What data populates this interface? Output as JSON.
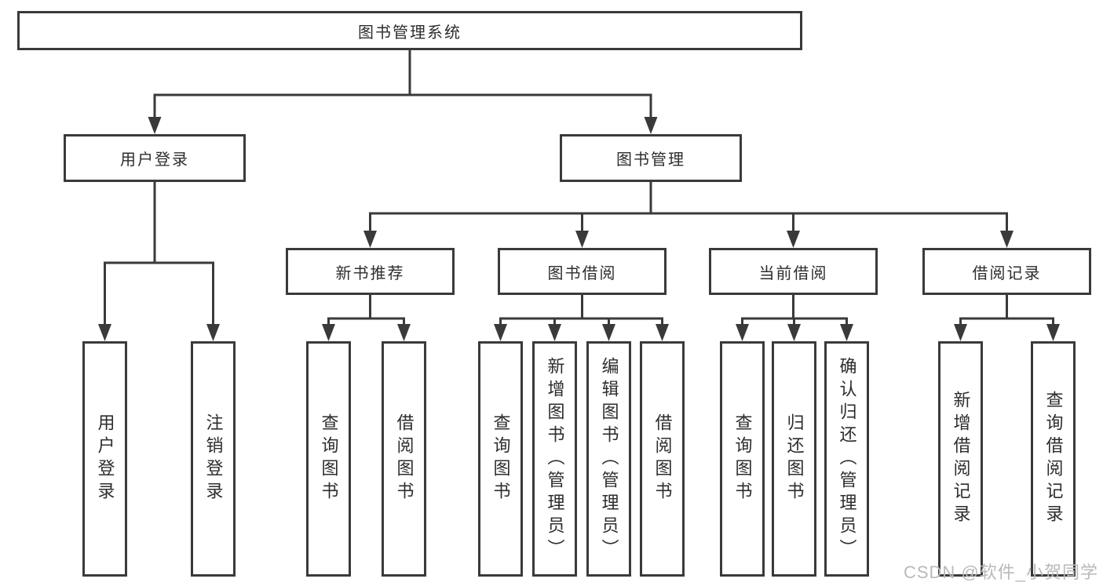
{
  "colors": {
    "line": "#3a3a3a",
    "box_border": "#3a3a3a",
    "box_background": "#ffffff",
    "text": "#2d2d2d",
    "watermark": "#b9b9b9"
  },
  "tree": {
    "root": {
      "label": "图书管理系统",
      "children": [
        {
          "label": "用户登录",
          "children": [
            {
              "label": "用户登录"
            },
            {
              "label": "注销登录"
            }
          ]
        },
        {
          "label": "图书管理",
          "children": [
            {
              "label": "新书推荐",
              "children": [
                {
                  "label": "查询图书"
                },
                {
                  "label": "借阅图书"
                }
              ]
            },
            {
              "label": "图书借阅",
              "children": [
                {
                  "label": "查询图书"
                },
                {
                  "label": "新增图书（管理员）"
                },
                {
                  "label": "编辑图书（管理员）"
                },
                {
                  "label": "借阅图书"
                }
              ]
            },
            {
              "label": "当前借阅",
              "children": [
                {
                  "label": "查询图书"
                },
                {
                  "label": "归还图书"
                },
                {
                  "label": "确认归还（管理员）"
                }
              ]
            },
            {
              "label": "借阅记录",
              "children": [
                {
                  "label": "新增借阅记录"
                },
                {
                  "label": "查询借阅记录"
                }
              ]
            }
          ]
        }
      ]
    }
  },
  "watermark": {
    "text": "CSDN @软件_小贺同学"
  }
}
